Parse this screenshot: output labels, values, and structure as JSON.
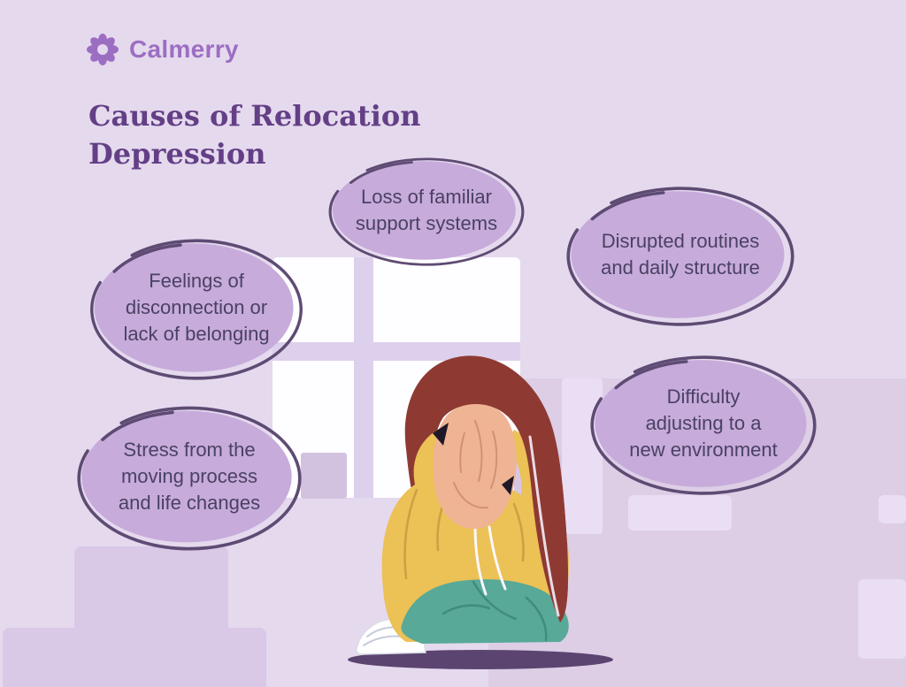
{
  "brand": {
    "name": "Calmerry"
  },
  "heading": {
    "lines": [
      "Causes of Relocation",
      "Depression"
    ]
  },
  "bubbles": [
    {
      "label": "Loss of familiar support systems"
    },
    {
      "label": "Disrupted routines and daily structure"
    },
    {
      "label": "Feelings of disconnection or lack of belonging"
    },
    {
      "label": "Difficulty adjusting to a new environment"
    },
    {
      "label": "Stress from the moving process and life changes"
    }
  ],
  "colors": {
    "bg": "#e5d9ee",
    "bg-deep": "#ddcee6",
    "bg-light": "#eadef4",
    "bg-shape": "#d9c8e6",
    "bubble-fill": "#c7abdb",
    "bubble-stroke": "#5e4b73",
    "bubble-text": "#4a4163",
    "title": "#633f86",
    "brand": "#9c6ec2",
    "window": "#fefdff",
    "hair": "#8e3a33",
    "skin": "#efb494",
    "sweater": "#ecc156",
    "pants": "#58a997",
    "floor-shadow": "#5b4470"
  }
}
